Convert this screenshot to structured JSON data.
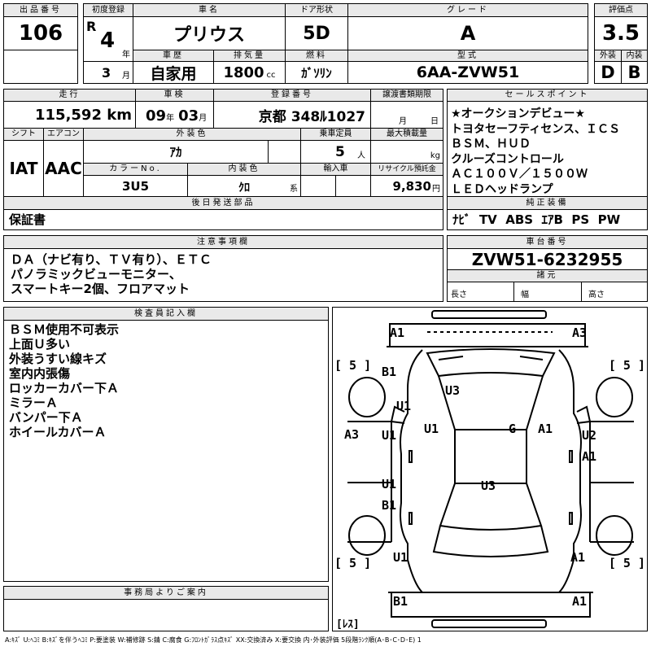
{
  "header": {
    "lot_no_label": "出品番号",
    "lot_no": "106",
    "first_reg_label": "初度登録",
    "era": "R",
    "year": "4",
    "year_unit": "年",
    "month": "3",
    "month_unit": "月",
    "car_name_label": "車名",
    "car_name": "プリウス",
    "door_label": "ドア形状",
    "door": "5D",
    "grade_label": "グレード",
    "grade": "A",
    "score_label": "評価点",
    "score": "3.5",
    "history_label": "車歴",
    "history": "自家用",
    "displacement_label": "排気量",
    "displacement": "1800",
    "displacement_unit": "cc",
    "fuel_label": "燃料",
    "fuel": "ｶﾞｿﾘﾝ",
    "model_label": "型式",
    "model": "6AA-ZVW51",
    "exterior_label": "外装",
    "exterior": "D",
    "interior_label": "内装",
    "interior": "B"
  },
  "row2": {
    "mileage_label": "走行",
    "mileage": "115,592",
    "mileage_unit": "km",
    "inspection_label": "車検",
    "insp_year": "09",
    "insp_year_unit": "年",
    "insp_month": "03",
    "insp_month_unit": "月",
    "plate_label": "登録番号",
    "plate": "京都 348ﾙ1027",
    "transfer_label": "譲渡書類期限",
    "transfer_month": "月",
    "transfer_day": "日",
    "shift_label": "シフト",
    "shift": "IAT",
    "aircon_label": "エアコン",
    "aircon": "AAC",
    "ext_color_label": "外装色",
    "ext_color": "ｱｶ",
    "capacity_label": "乗車定員",
    "capacity": "5",
    "capacity_unit": "人",
    "load_label": "最大積載量",
    "load_unit": "kg",
    "color_no_label": "カラーNo.",
    "color_no": "3U5",
    "int_color_label": "内装色",
    "int_color": "ｸﾛ",
    "int_color_unit": "系",
    "import_label": "輸入車",
    "recycle_label": "リサイクル預託金",
    "recycle": "9,830",
    "recycle_unit": "円",
    "later_label": "後日発送部品",
    "later": "保証書"
  },
  "sales": {
    "label": "セールスポイント",
    "lines": "★オークションデビュー★\nトヨタセーフティセンス、ＩＣＳ\nＢＳＭ、ＨＵＤ\nクルーズコントロール\nＡＣ１００Ｖ／１５００Ｗ\nＬＥＤヘッドランプ",
    "equip_label": "純正装備",
    "equip": "ﾅﾋﾞ  TV  ABS  ｴｱB  PS  PW"
  },
  "notes": {
    "label": "注意事項欄",
    "text": "ＤＡ（ナビ有り、ＴＶ有り）、ＥＴＣ\nパノラミックビューモニター、\nスマートキー2個、フロアマット"
  },
  "chassis": {
    "label": "車台番号",
    "value": "ZVW51-6232955",
    "spec_label": "諸元",
    "length": "長さ",
    "width": "幅",
    "height": "高さ"
  },
  "inspector": {
    "label": "検査員記入欄",
    "text": "ＢＳＭ使用不可表示\n上面Ｕ多い\n外装うすい線キズ\n室内内張傷\nロッカーカバー下Ａ\nミラーＡ\nバンパー下Ａ\nホイールカバーＡ"
  },
  "office": {
    "label": "事務局よりご案内"
  },
  "diagram": {
    "bracket_tl": "[ 5 ]",
    "bracket_tr": "[ 5 ]",
    "bracket_bl": "[ 5 ]",
    "bracket_br": "[ 5 ]",
    "less": "[ﾚｽ]",
    "marks": [
      "A1",
      "A3",
      "B1",
      "U3",
      "U1",
      "U1",
      "G",
      "A1",
      "A3",
      "U1",
      "U2",
      "A1",
      "U1",
      "U3",
      "B1",
      "U1",
      "A1",
      "B1",
      "A1"
    ]
  },
  "legend": "A:ｷｽﾞ  U:ﾍｺﾐ  B:ｷｽﾞを伴うﾍｺﾐ  P:要塗装  W:補修跡  S:錆  C:腐食  G:ﾌﾛﾝﾄｶﾞﾗｽ点ｷｽﾞ  XX:交換済み  X:要交換   内･外装評価  5段階ﾗﾝｸ順(A･B･C･D･E) 1"
}
